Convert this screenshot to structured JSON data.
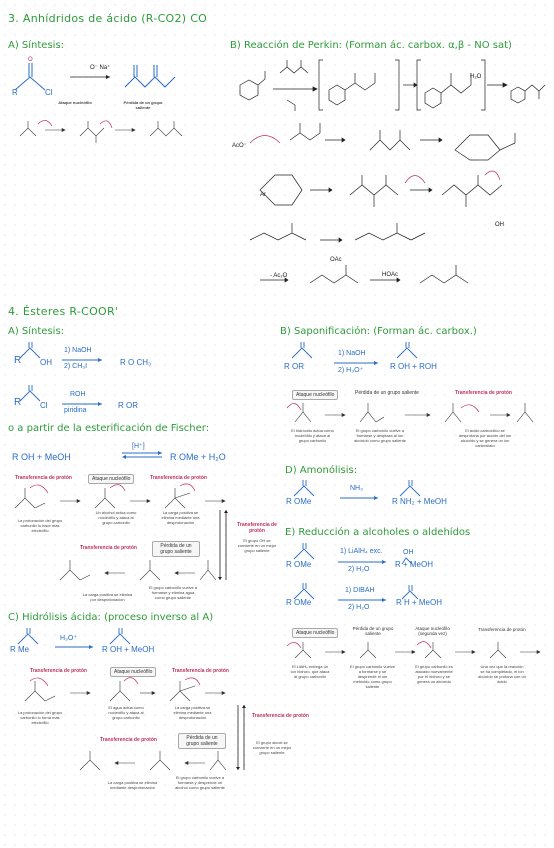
{
  "sec3": {
    "title": "3. Anhídridos de ácido  (R-CO2) CO",
    "a_title": "A) Síntesis:",
    "a_reagent": "O⁻ Na⁺",
    "a_r": "R",
    "a_cl": "Cl",
    "a_label1": "Ataque nucleófilo",
    "a_label2": "Pérdida de un grupo saliente",
    "b_title": "B) Reacción de Perkin: (Forman ác. carbox. α,β - NO sat)",
    "b_h2o": "H₂O",
    "b_aco": "AcO⁻",
    "b_ar": "Ar",
    "b_oac": "OAc",
    "b_oh": "OH",
    "b_minus_ac2o": "- Ac₂O",
    "b_hoac": "HOAc"
  },
  "sec4": {
    "title": "4. Ésteres  R-COOR'",
    "a_title": "A) Síntesis:",
    "a_eq1_r": "R",
    "a_eq1_oh": "OH",
    "a_eq1_reag_top": "1) NaOH",
    "a_eq1_reag_bot": "2) CH₃I",
    "a_eq1_prod": "R   O  CH₃",
    "a_eq2_cl": "Cl",
    "a_eq2_reag_top": "ROH",
    "a_eq2_reag_bot": "piridina",
    "a_eq2_prod": "R   OR",
    "fischer_title": "o a partir de la esterificación de Fischer:",
    "fischer_eq_left": "R    OH  +  MeOH",
    "fischer_cat": "[H⁺]",
    "fischer_eq_right": "R    OMe  +  H₂O",
    "fischer_steps": [
      {
        "pill": "Transferencia de protón",
        "note": "La protonación del grupo carbonilo lo hace más electrófilo"
      },
      {
        "pill": "Ataque nucleófilo",
        "note": "Un alcohol actúa como nucleófilo y ataca al grupo carbonilo"
      },
      {
        "pill": "Transferencia de protón",
        "note": "La carga positiva se elimina mediante una desprotonación"
      },
      {
        "pill": "Transferencia de protón",
        "note": "El grupo OH se convierte en un mejor grupo saliente"
      },
      {
        "pill": "Transferencia de protón",
        "note": "La carga positiva se elimina por desprotonación"
      },
      {
        "pill": "Pérdida de un grupo saliente",
        "note": "El grupo carbonilo vuelve a formarse y elimina agua como grupo saliente"
      }
    ],
    "b_title": "B) Saponificación: (Forman ác. carbox.)",
    "b_eq_left": "R    OR",
    "b_reag_top": "1) NaOH",
    "b_reag_bot": "2) H₃O⁺",
    "b_eq_right": "R    OH   +   ROH",
    "b_steps": [
      {
        "pill": "Ataque nucleófilo",
        "note": "El hidróxido actúa como nucleófilo y ataca al grupo carbonilo"
      },
      {
        "pill": "Pérdida de un grupo saliente",
        "note": "El grupo carbonilo vuelve a formarse y desplaza al ion alcóxido como grupo saliente"
      },
      {
        "pill": "Transferencia de protón",
        "note": "El ácido carboxílico se desprotona por acción del ion alcóxido y se genera un ion carboxilato"
      }
    ],
    "d_title": "D) Amonólisis:",
    "d_eq_left": "R    OMe",
    "d_reag": "NH₃",
    "d_eq_right": "R    NH₂  +  MeOH",
    "e_title": "E) Reducción a alcoholes o aldehídos",
    "e_eq1_left": "R    OMe",
    "e_eq1_reag_top": "1) LiAlH₄ exc.",
    "e_eq1_reag_bot": "2) H₂O",
    "e_eq1_right": "R    + MeOH",
    "e_eq1_oh": "OH",
    "e_eq2_left": "R    OMe",
    "e_eq2_reag_top": "1) DIBAH",
    "e_eq2_reag_bot": "2) H₂O",
    "e_eq2_right": "R    H  + MeOH",
    "e_steps": [
      {
        "pill": "Ataque nucleófilo",
        "note": "El LiAlH₄ entrega un ion hidruro, que ataca al grupo carbonilo"
      },
      {
        "pill": "Pérdida de un grupo saliente",
        "note": "El grupo carbonilo vuelve a formarse y se desprende el ion metóxido como grupo saliente"
      },
      {
        "pill": "Ataque nucleófilo (segunda vez)",
        "note": "El grupo carbonilo es atacado nuevamente por el hidruro y se genera un alcóxido"
      },
      {
        "pill": "Transferencia de protón",
        "note": "Una vez que la reacción se ha completado, el ion alcóxido se protona con un ácido"
      }
    ],
    "c_title": "C) Hidrólisis ácida: (proceso inverso al A)",
    "c_eq_left": "R    Me",
    "c_reag": "H₃O⁺",
    "c_eq_right": "R    OH  +  MeOH",
    "c_steps": [
      {
        "pill": "Transferencia de protón",
        "note": "La protonación del grupo carbonilo lo torna más electrófilo"
      },
      {
        "pill": "Ataque nucleófilo",
        "note": "El agua actúa como nucleófilo y ataca al grupo carbonilo"
      },
      {
        "pill": "Transferencia de protón",
        "note": "La carga positiva se elimina mediante una desprotonación"
      },
      {
        "pill": "Transferencia de protón",
        "note": "El grupo alcoxi se convierte en un mejor grupo saliente"
      },
      {
        "pill": "Transferencia de protón",
        "note": "La carga positiva se elimina mediante desprotonación"
      },
      {
        "pill": "Pérdida de un grupo saliente",
        "note": "El grupo carbonilo vuelve a formarse y desprende un alcohol como grupo saliente"
      }
    ]
  }
}
